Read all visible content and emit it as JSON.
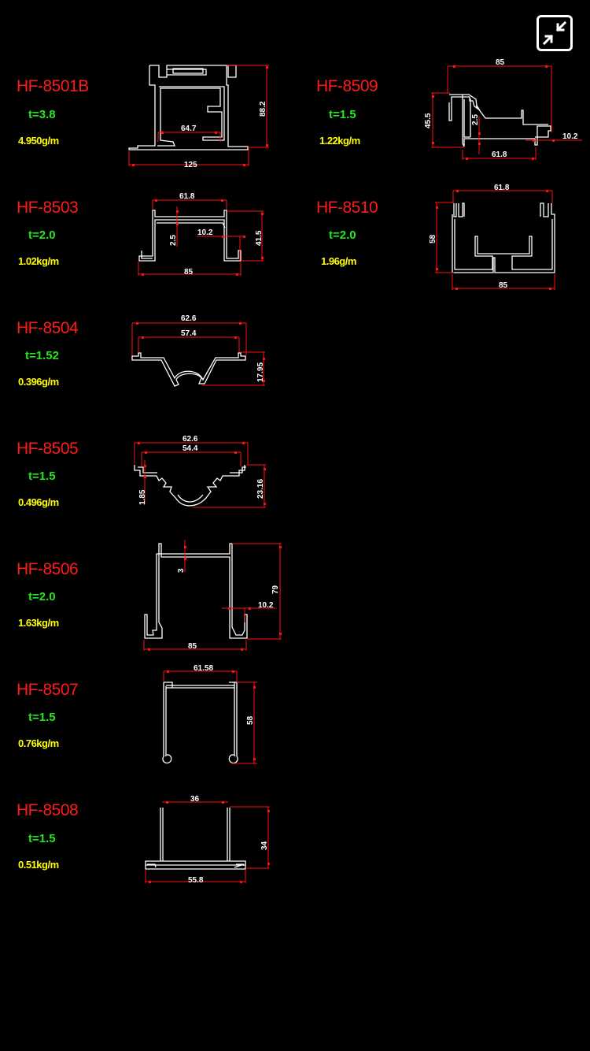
{
  "toolbar": {
    "exit_fullscreen_icon": "collapse-arrows-icon"
  },
  "colors": {
    "background": "#000000",
    "code": "#ff1a1a",
    "thickness": "#22e81e",
    "weight": "#ffff00",
    "dimension": "#ff1010",
    "profile": "#ffffff"
  },
  "profiles": [
    {
      "code": "HF-8501B",
      "thickness": "t=3.8",
      "weight": "4.950g/m",
      "dims": [
        "125",
        "64.7",
        "88.2"
      ]
    },
    {
      "code": "HF-8509",
      "thickness": "t=1.5",
      "weight": "1.22kg/m",
      "dims": [
        "85",
        "45.5",
        "2.5",
        "61.8",
        "10.2"
      ]
    },
    {
      "code": "HF-8503",
      "thickness": "t=2.0",
      "weight": "1.02kg/m",
      "dims": [
        "61.8",
        "2.5",
        "10.2",
        "41.5",
        "85"
      ]
    },
    {
      "code": "HF-8510",
      "thickness": "t=2.0",
      "weight": "1.96g/m",
      "dims": [
        "61.8",
        "58",
        "85"
      ]
    },
    {
      "code": "HF-8504",
      "thickness": "t=1.52",
      "weight": "0.396g/m",
      "dims": [
        "62.6",
        "57.4",
        "17.95"
      ]
    },
    {
      "code": "HF-8505",
      "thickness": "t=1.5",
      "weight": "0.496g/m",
      "dims": [
        "62.6",
        "54.4",
        "1.85",
        "23.16"
      ]
    },
    {
      "code": "HF-8506",
      "thickness": "t=2.0",
      "weight": "1.63kg/m",
      "dims": [
        "3",
        "79",
        "10.2",
        "85"
      ]
    },
    {
      "code": "HF-8507",
      "thickness": "t=1.5",
      "weight": "0.76kg/m",
      "dims": [
        "61.58",
        "58"
      ]
    },
    {
      "code": "HF-8508",
      "thickness": "t=1.5",
      "weight": "0.51kg/m",
      "dims": [
        "36",
        "34",
        "55.8"
      ]
    }
  ]
}
